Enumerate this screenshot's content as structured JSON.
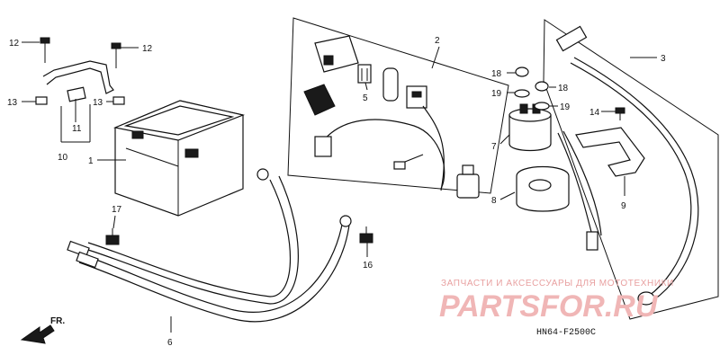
{
  "diagram": {
    "callouts": {
      "c1": "1",
      "c2": "2",
      "c3": "3",
      "c5": "5",
      "c6": "6",
      "c7": "7",
      "c8": "8",
      "c9": "9",
      "c10": "10",
      "c11": "11",
      "c12a": "12",
      "c12b": "12",
      "c13a": "13",
      "c13b": "13",
      "c14": "14",
      "c16": "16",
      "c17": "17",
      "c18a": "18",
      "c18b": "18",
      "c19a": "19",
      "c19b": "19"
    },
    "fr_label": "FR.",
    "diagram_code": "HN64-F2500C"
  },
  "watermark": {
    "line1": "ЗАПЧАСТИ И АКСЕССУАРЫ ДЛЯ МОТОТЕХНИКИ",
    "logo": "PARTSFOR.RU"
  }
}
